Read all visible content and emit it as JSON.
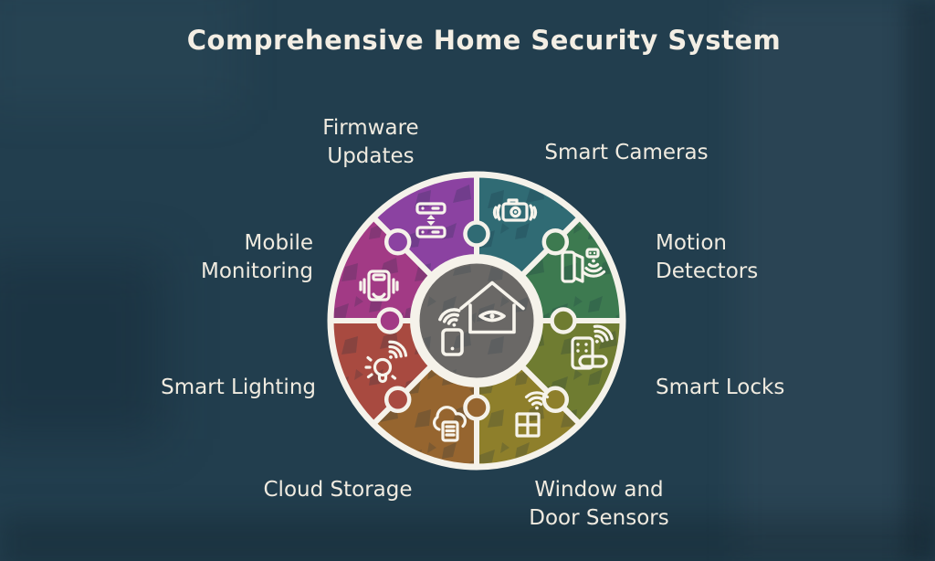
{
  "title": "Comprehensive Home Security System",
  "style": {
    "background_color": "#223e4e",
    "line_color": "#f5f2ea",
    "text_color": "#f0ebe0",
    "center_color": "#6a6866"
  },
  "center": {
    "icon": "home-eye-monitoring-icon",
    "sub_icons": [
      "house-eye-icon",
      "smartphone-signal-icon"
    ]
  },
  "items": [
    {
      "label": "Smart Cameras",
      "icon": "camera-shake-icon",
      "color": "#306b74"
    },
    {
      "label": "Motion\nDetectors",
      "icon": "motion-detector-icon",
      "color": "#3d7a50"
    },
    {
      "label": "Smart Locks",
      "icon": "smart-lock-icon",
      "color": "#6f7c31"
    },
    {
      "label": "Window and\nDoor Sensors",
      "icon": "window-sensor-icon",
      "color": "#8e7f2b"
    },
    {
      "label": "Cloud Storage",
      "icon": "cloud-storage-icon",
      "color": "#96652f"
    },
    {
      "label": "Smart Lighting",
      "icon": "smart-bulb-icon",
      "color": "#a84a40"
    },
    {
      "label": "Mobile\nMonitoring",
      "icon": "mobile-vibrate-icon",
      "color": "#a23a85"
    },
    {
      "label": "Firmware\nUpdates",
      "icon": "firmware-update-icon",
      "color": "#8b42a1"
    }
  ]
}
